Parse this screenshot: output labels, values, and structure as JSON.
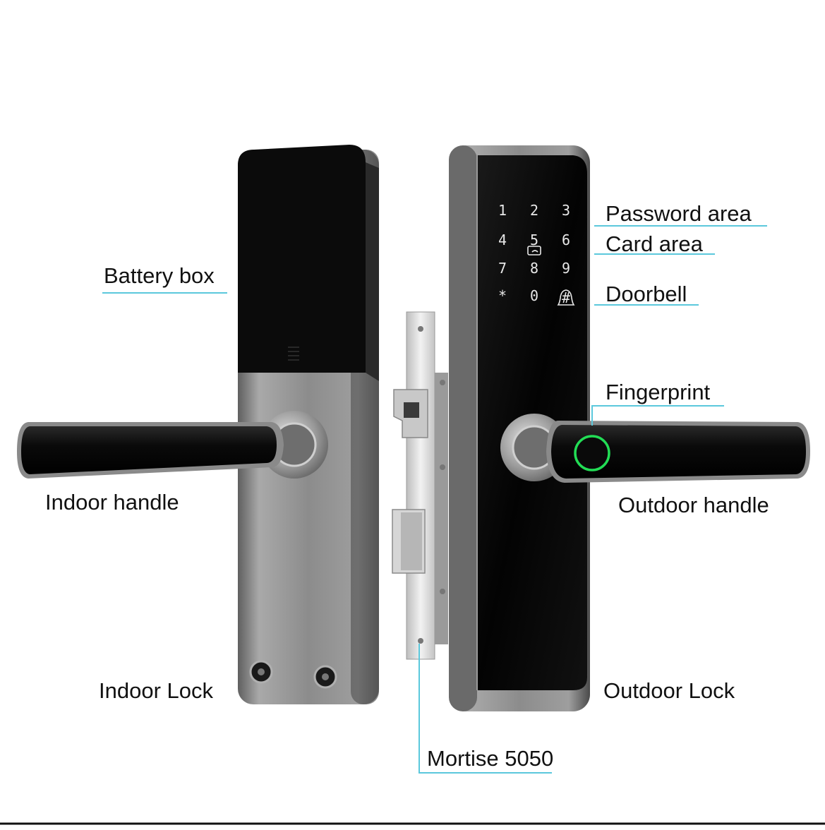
{
  "labels": {
    "battery_box": "Battery box",
    "password_area": "Password area",
    "card_area": "Card area",
    "doorbell": "Doorbell",
    "fingerprint": "Fingerprint",
    "indoor_handle": "Indoor handle",
    "outdoor_handle": "Outdoor handle",
    "indoor_lock": "Indoor Lock",
    "outdoor_lock": "Outdoor Lock",
    "mortise": "Mortise 5050"
  },
  "keypad": {
    "keys": [
      "1",
      "2",
      "3",
      "4",
      "5",
      "6",
      "7",
      "8",
      "9",
      "*",
      "0",
      "#"
    ]
  },
  "colors": {
    "leader_line": "#5bc8dc",
    "fingerprint_ring": "#22dd55",
    "panel_black": "#050505",
    "metal": "#8a8a8a"
  },
  "icons": {
    "card": "card-reader-icon",
    "doorbell": "bell-icon",
    "fingerprint": "fingerprint-sensor-icon"
  }
}
